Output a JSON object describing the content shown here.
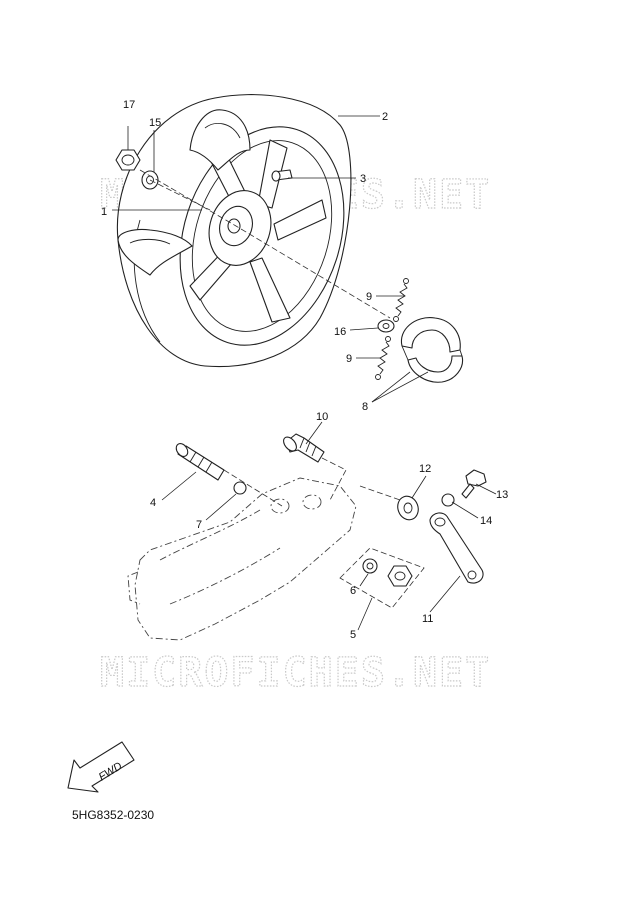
{
  "watermark": "MICROFICHES.NET",
  "diagram_code": "5HG8352-0230",
  "fwd_label": "FWD",
  "callouts": {
    "c1": "1",
    "c2": "2",
    "c3": "3",
    "c4": "4",
    "c5": "5",
    "c6": "6",
    "c7": "7",
    "c8": "8",
    "c9a": "9",
    "c9b": "9",
    "c10": "10",
    "c11": "11",
    "c12": "12",
    "c13": "13",
    "c14": "14",
    "c15": "15",
    "c16": "16",
    "c17": "17"
  }
}
